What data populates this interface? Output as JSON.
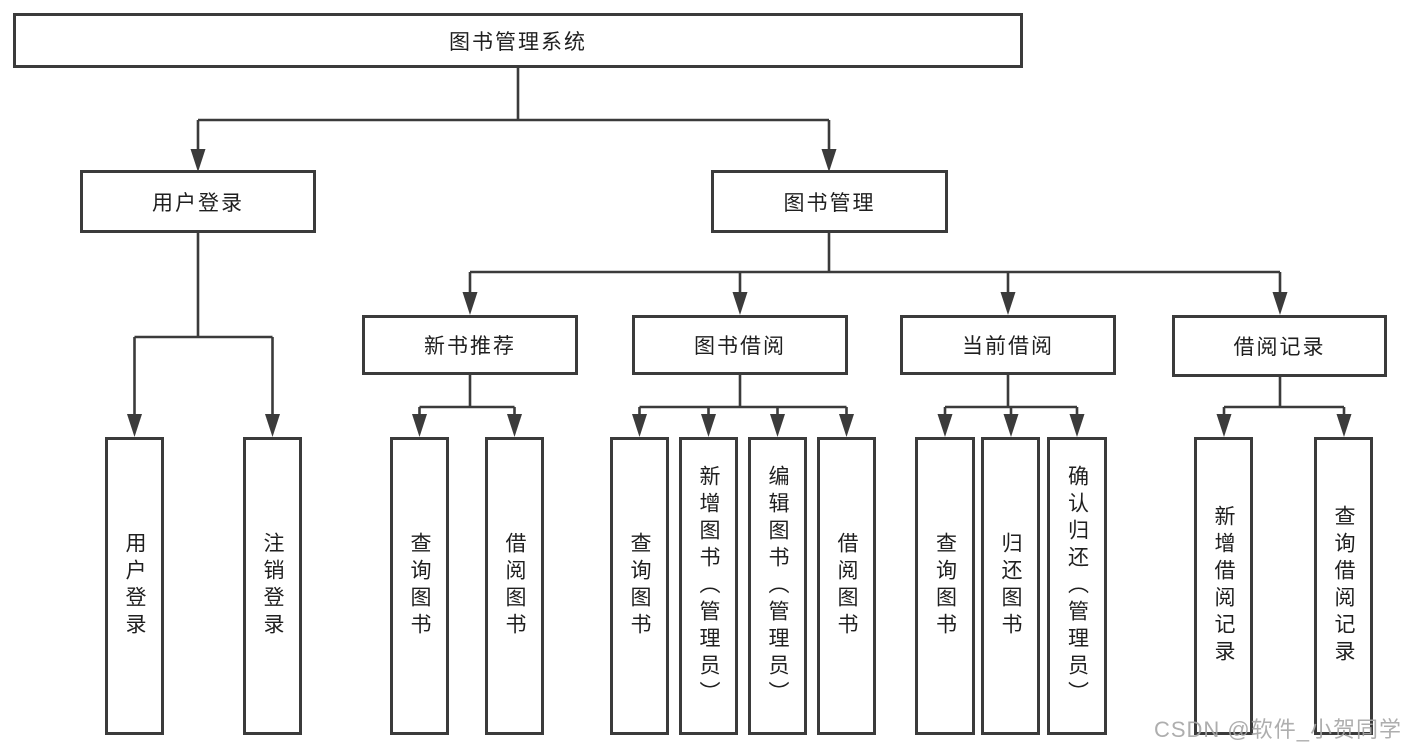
{
  "diagram": {
    "root": {
      "label": "图书管理系统"
    },
    "branches": [
      {
        "label": "用户登录",
        "children": [
          {
            "label": "用户登录"
          },
          {
            "label": "注销登录"
          }
        ]
      },
      {
        "label": "图书管理",
        "children": [
          {
            "label": "新书推荐",
            "children": [
              {
                "label": "查询图书"
              },
              {
                "label": "借阅图书"
              }
            ]
          },
          {
            "label": "图书借阅",
            "children": [
              {
                "label": "查询图书"
              },
              {
                "label": "新增图书（管理员）"
              },
              {
                "label": "编辑图书（管理员）"
              },
              {
                "label": "借阅图书"
              }
            ]
          },
          {
            "label": "当前借阅",
            "children": [
              {
                "label": "查询图书"
              },
              {
                "label": "归还图书"
              },
              {
                "label": "确认归还（管理员）"
              }
            ]
          },
          {
            "label": "借阅记录",
            "children": [
              {
                "label": "新增借阅记录"
              },
              {
                "label": "查询借阅记录"
              }
            ]
          }
        ]
      }
    ],
    "watermark": "CSDN @软件_小贺同学",
    "colors": {
      "line": "#3b3b3b",
      "box_border": "#3b3b3b",
      "box_fill": "#ffffff",
      "text": "#1f1f1f",
      "watermark": "#a6a6a6",
      "background": "#ffffff"
    }
  }
}
